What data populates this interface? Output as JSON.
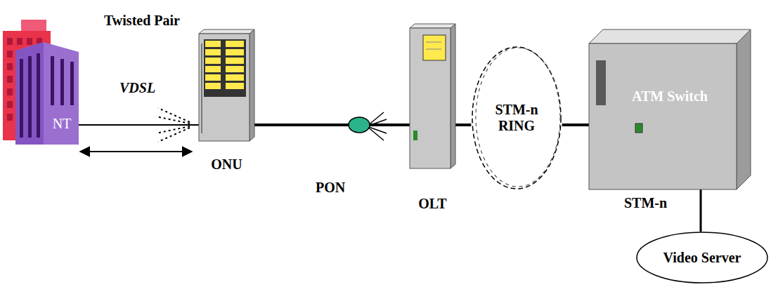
{
  "diagram": {
    "nodes": [
      {
        "text": [
          "NT"
        ]
      },
      {
        "text": [
          "ONU"
        ]
      },
      {
        "text": [
          "OLT"
        ]
      },
      {
        "text": [
          "STM-n RING"
        ]
      },
      {
        "text": [
          "ATM Switch"
        ]
      },
      {
        "text": [
          "Video Server"
        ]
      }
    ],
    "edges": [
      {
        "from": 0,
        "to": 1,
        "arrow": "none"
      },
      {
        "from": 1,
        "to": 2,
        "arrow": "none"
      },
      {
        "from": 2,
        "to": 3,
        "arrow": "none"
      },
      {
        "from": 3,
        "to": 4,
        "arrow": "none"
      },
      {
        "from": 4,
        "to": 5,
        "arrow": "none"
      }
    ],
    "labels": [
      "Twisted Pair",
      "VDSL",
      "PON",
      "STM-n"
    ]
  }
}
